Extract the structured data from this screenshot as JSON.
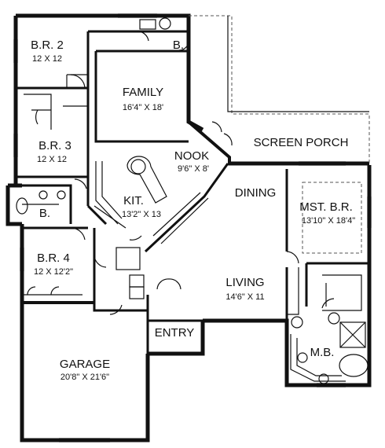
{
  "rooms": [
    {
      "key": "br2",
      "name": "B.R. 2",
      "dims": "12 X 12"
    },
    {
      "key": "family",
      "name": "FAMILY",
      "dims": "16'4\" X 18'"
    },
    {
      "key": "bath_top",
      "name": "B.",
      "dims": ""
    },
    {
      "key": "screen_porch",
      "name": "SCREEN PORCH",
      "dims": ""
    },
    {
      "key": "br3",
      "name": "B.R. 3",
      "dims": "12 X 12"
    },
    {
      "key": "nook",
      "name": "NOOK",
      "dims": "9'6\" X 8'"
    },
    {
      "key": "kit",
      "name": "KIT.",
      "dims": "13'2\" X 13"
    },
    {
      "key": "dining",
      "name": "DINING",
      "dims": ""
    },
    {
      "key": "mst_br",
      "name": "MST. B.R.",
      "dims": "13'10\" X 18'4\""
    },
    {
      "key": "bath_left",
      "name": "B.",
      "dims": ""
    },
    {
      "key": "br4",
      "name": "B.R. 4",
      "dims": "12 X 12'2\""
    },
    {
      "key": "living",
      "name": "LIVING",
      "dims": "14'6\" X 11"
    },
    {
      "key": "entry",
      "name": "ENTRY",
      "dims": ""
    },
    {
      "key": "mb",
      "name": "M.B.",
      "dims": ""
    },
    {
      "key": "garage",
      "name": "GARAGE",
      "dims": "20'8\" X 21'6\""
    }
  ]
}
